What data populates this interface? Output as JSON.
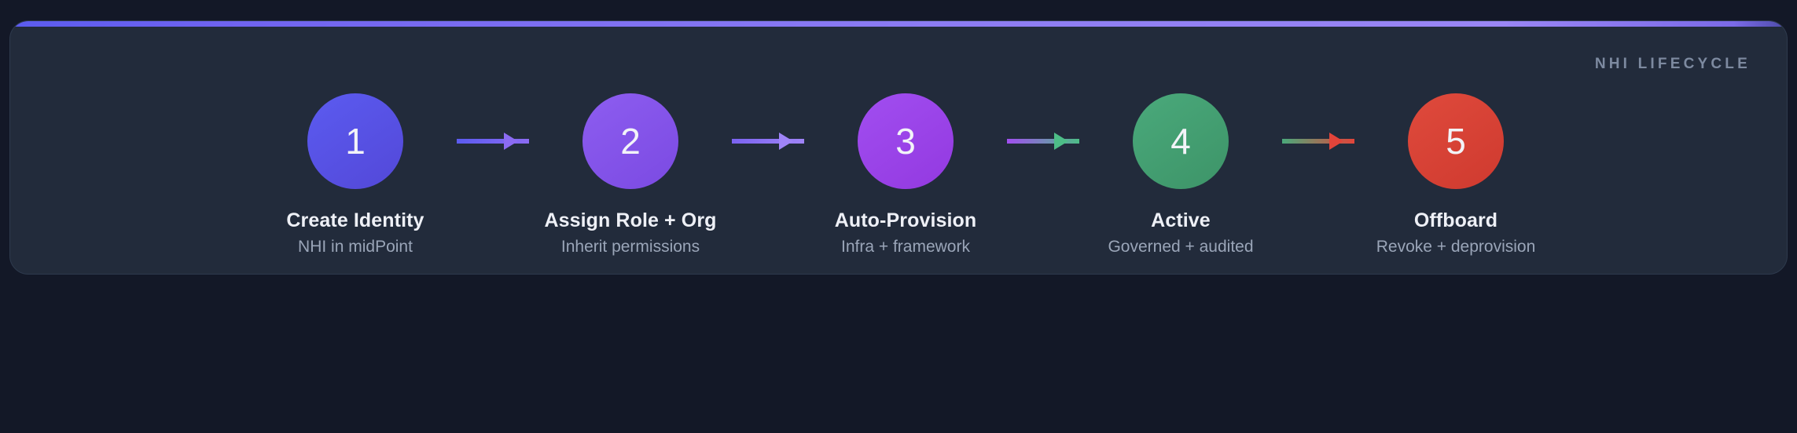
{
  "card": {
    "corner_label": "NHI LIFECYCLE",
    "background": "#222b3b",
    "accent_gradient_from": "#5b5bef",
    "accent_gradient_to": "#9a86f5"
  },
  "page": {
    "background": "#131827"
  },
  "flow": {
    "nodes": [
      {
        "number": "1",
        "title": "Create Identity",
        "subtitle": "NHI in midPoint",
        "color_from": "#5b5bf0",
        "color_to": "#5348d8"
      },
      {
        "number": "2",
        "title": "Assign Role + Org",
        "subtitle": "Inherit permissions",
        "color_from": "#8d5df0",
        "color_to": "#7b4ae2"
      },
      {
        "number": "3",
        "title": "Auto-Provision",
        "subtitle": "Infra + framework",
        "color_from": "#a14ef0",
        "color_to": "#9339e0"
      },
      {
        "number": "4",
        "title": "Active",
        "subtitle": "Governed + audited",
        "color_from": "#4aa97b",
        "color_to": "#3d9468"
      },
      {
        "number": "5",
        "title": "Offboard",
        "subtitle": "Revoke + deprovision",
        "color_from": "#df4a3c",
        "color_to": "#cf3a2f"
      }
    ],
    "connectors": [
      {
        "from_color": "#5b5bf0",
        "to_color": "#8b6bf2"
      },
      {
        "from_color": "#7b63f0",
        "to_color": "#9f84f7"
      },
      {
        "from_color": "#a14ef0",
        "to_color": "#4dbd87"
      },
      {
        "from_color": "#4aa97b",
        "to_color": "#e2443a"
      }
    ]
  }
}
